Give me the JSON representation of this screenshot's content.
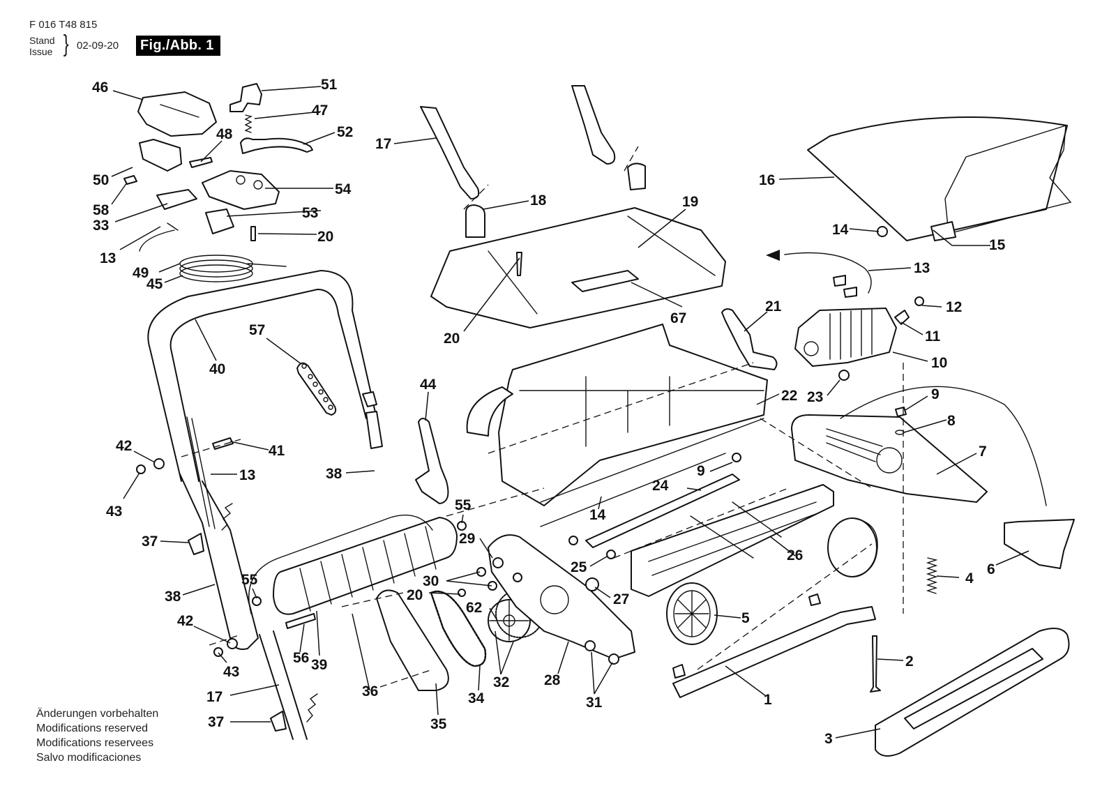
{
  "header": {
    "document_number": "F 016 T48 815",
    "stand_label": "Stand",
    "issue_label": "Issue",
    "brace": "}",
    "issue_date": "02-09-20",
    "figure_label": "Fig./Abb. 1"
  },
  "disclaimer": [
    "Änderungen vorbehalten",
    "Modifications reserved",
    "Modifications reservees",
    "Salvo modificaciones"
  ],
  "callouts": [
    {
      "id": "c46",
      "number": "46"
    },
    {
      "id": "c51",
      "number": "51"
    },
    {
      "id": "c47",
      "number": "47"
    },
    {
      "id": "c52",
      "number": "52"
    },
    {
      "id": "c48",
      "number": "48"
    },
    {
      "id": "c50",
      "number": "50"
    },
    {
      "id": "c54",
      "number": "54"
    },
    {
      "id": "c58",
      "number": "58"
    },
    {
      "id": "c33",
      "number": "33"
    },
    {
      "id": "c53",
      "number": "53"
    },
    {
      "id": "c20a",
      "number": "20"
    },
    {
      "id": "c13a",
      "number": "13"
    },
    {
      "id": "c49",
      "number": "49"
    },
    {
      "id": "c45",
      "number": "45"
    },
    {
      "id": "c17a",
      "number": "17"
    },
    {
      "id": "c18",
      "number": "18"
    },
    {
      "id": "c19",
      "number": "19"
    },
    {
      "id": "c20b",
      "number": "20"
    },
    {
      "id": "c67",
      "number": "67"
    },
    {
      "id": "c16",
      "number": "16"
    },
    {
      "id": "c14a",
      "number": "14"
    },
    {
      "id": "c15",
      "number": "15"
    },
    {
      "id": "c13b",
      "number": "13"
    },
    {
      "id": "c12",
      "number": "12"
    },
    {
      "id": "c21",
      "number": "21"
    },
    {
      "id": "c11",
      "number": "11"
    },
    {
      "id": "c10",
      "number": "10"
    },
    {
      "id": "c23",
      "number": "23"
    },
    {
      "id": "c22",
      "number": "22"
    },
    {
      "id": "c9a",
      "number": "9"
    },
    {
      "id": "c8",
      "number": "8"
    },
    {
      "id": "c7",
      "number": "7"
    },
    {
      "id": "c40",
      "number": "40"
    },
    {
      "id": "c57",
      "number": "57"
    },
    {
      "id": "c44",
      "number": "44"
    },
    {
      "id": "c42a",
      "number": "42"
    },
    {
      "id": "c41",
      "number": "41"
    },
    {
      "id": "c13c",
      "number": "13"
    },
    {
      "id": "c43a",
      "number": "43"
    },
    {
      "id": "c38a",
      "number": "38"
    },
    {
      "id": "c9b",
      "number": "9"
    },
    {
      "id": "c24",
      "number": "24"
    },
    {
      "id": "c14b",
      "number": "14"
    },
    {
      "id": "c55a",
      "number": "55"
    },
    {
      "id": "c29",
      "number": "29"
    },
    {
      "id": "c37a",
      "number": "37"
    },
    {
      "id": "c26",
      "number": "26"
    },
    {
      "id": "c25",
      "number": "25"
    },
    {
      "id": "c6",
      "number": "6"
    },
    {
      "id": "c4",
      "number": "4"
    },
    {
      "id": "c30",
      "number": "30"
    },
    {
      "id": "c55b",
      "number": "55"
    },
    {
      "id": "c20c",
      "number": "20"
    },
    {
      "id": "c62",
      "number": "62"
    },
    {
      "id": "c27",
      "number": "27"
    },
    {
      "id": "c38b",
      "number": "38"
    },
    {
      "id": "c5",
      "number": "5"
    },
    {
      "id": "c42b",
      "number": "42"
    },
    {
      "id": "c56",
      "number": "56"
    },
    {
      "id": "c39",
      "number": "39"
    },
    {
      "id": "c43b",
      "number": "43"
    },
    {
      "id": "c32",
      "number": "32"
    },
    {
      "id": "c28",
      "number": "28"
    },
    {
      "id": "c2",
      "number": "2"
    },
    {
      "id": "c36",
      "number": "36"
    },
    {
      "id": "c34",
      "number": "34"
    },
    {
      "id": "c17b",
      "number": "17"
    },
    {
      "id": "c31",
      "number": "31"
    },
    {
      "id": "c1",
      "number": "1"
    },
    {
      "id": "c37b",
      "number": "37"
    },
    {
      "id": "c35",
      "number": "35"
    },
    {
      "id": "c3",
      "number": "3"
    }
  ]
}
